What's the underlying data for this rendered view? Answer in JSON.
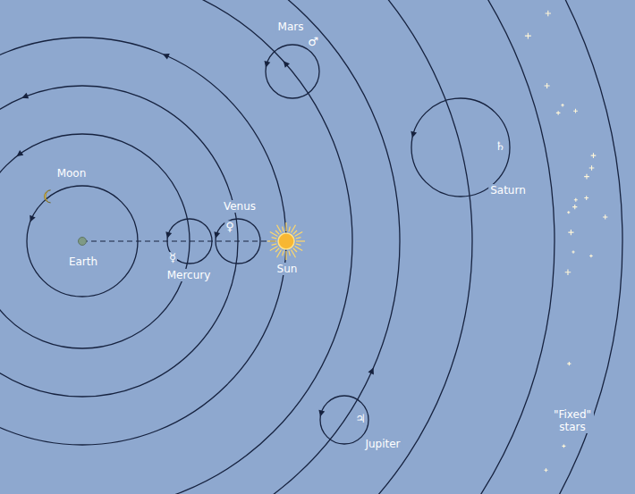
{
  "diagram": {
    "labels": [
      "Mars",
      "♂",
      "Moon",
      "Venus",
      "♀",
      "Earth",
      "☿",
      "Mercury",
      "Sun",
      "Saturn",
      "♄",
      "\"Fixed\" stars",
      "♃",
      "Jupiter"
    ]
  }
}
